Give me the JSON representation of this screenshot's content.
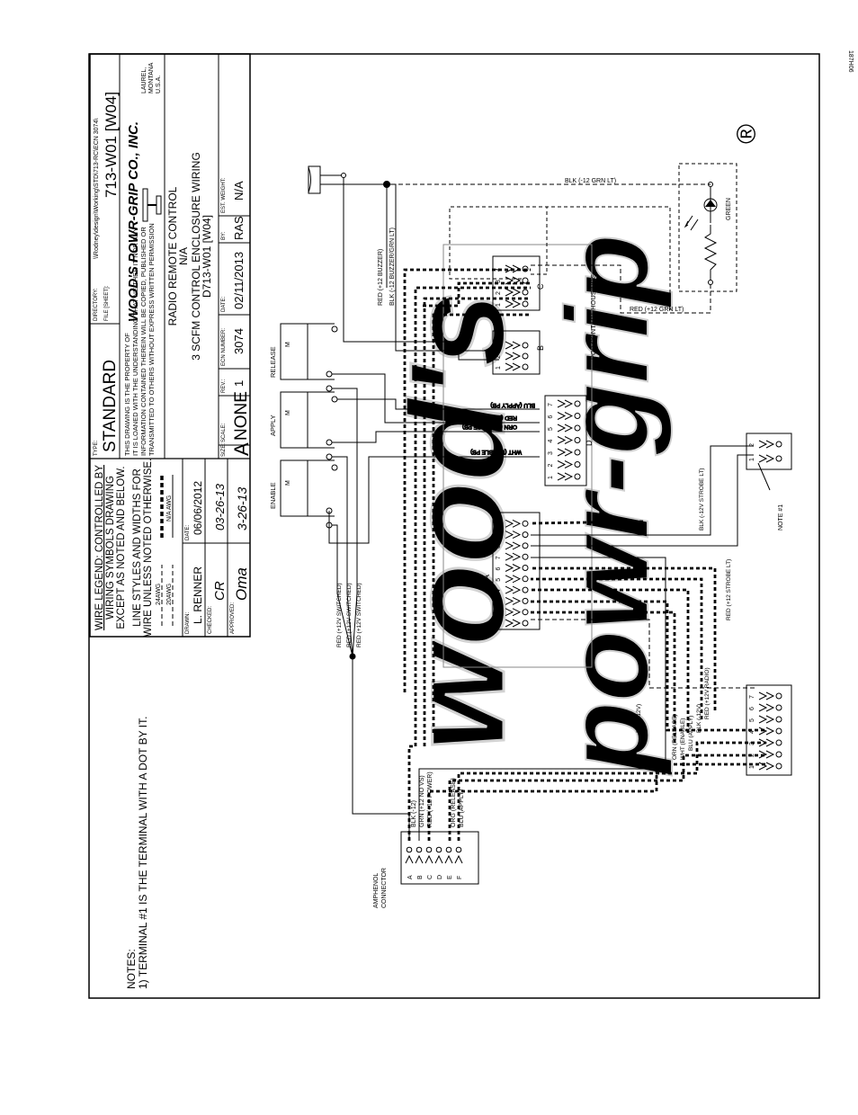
{
  "sheet": {
    "corner_code": "187H06",
    "notes_title": "NOTES:",
    "notes_1": "1)  TERMINAL #1 IS THE TERMINAL WITH A DOT BY IT."
  },
  "watermark": {
    "brand_lines": [
      "wood's",
      "powr-grip"
    ],
    "registered": "®"
  },
  "title_block": {
    "legend_1": "WIRE LEGEND: CONTROLLED BY",
    "legend_2": "WIRING SYMBOLS DRAWING",
    "legend_3": "EXCEPT AS NOTED AND BELOW.",
    "legend_4": "LINE STYLES AND WIDTHS FOR",
    "legend_5": "WIRE UNLESS NOTED OTHERWISE.",
    "awg24": "24AWG",
    "awg20": "20AWG",
    "na_awg": "N/A AWG",
    "drawn_label": "DRAWN:",
    "drawn_value": "L. RENNER",
    "date_label": "DATE:",
    "date_value": "06/06/2012",
    "checked_label": "CHECKED:",
    "checked_value": "CR",
    "checked_date": "03-26-13",
    "approved_label": "APPROVED:",
    "approved_value": "Oma",
    "approved_date": "3-26-13",
    "type_label": "TYPE:",
    "type_value": "STANDARD",
    "directory_label": "DIRECTORY:",
    "file_label": "FILE [SHEET]:",
    "directory_value": "\\\\Rodney\\design\\Working\\STD\\713-RC\\ECN 3074\\",
    "drawing_no": "713-W01 [W04]",
    "prop_1": "THIS DRAWING IS THE PROPERTY OF",
    "prop_2": "IT IS LOANED WITH THE UNDERSTANDING THAT NEITHER IT NOR ANY",
    "prop_3": "INFORMATION CONTAINED THEREIN WILL BE COPIED, PUBLISHED OR",
    "prop_4": "TRANSMITTED TO OTHERS WITHOUT EXPRESS WRITTEN PERMISSION",
    "company": "WOOD'S POWR-GRIP CO., INC.",
    "city": "LAUREL,",
    "state": "MONTANA",
    "country": "U.S.A.",
    "title_1": "RADIO REMOTE CONTROL",
    "title_2": "N/A",
    "title_3": "3 SCFM CONTROL ENCLOSURE WIRING",
    "title_4": "D713-W01 [W04]",
    "size_label": "SIZE:",
    "size_value": "A",
    "scale_label": "SCALE:",
    "scale_value": "NONE",
    "rev_label": "REV.:",
    "rev_value": "1",
    "ecn_label": "ECN NUMBER:",
    "ecn_value": "3074",
    "date2_label": "DATE:",
    "date2_value": "02/11/2013",
    "by_label": "BY:",
    "by_value": "RAS",
    "weight_label": "EST. WEIGHT:",
    "weight_value": "N/A"
  },
  "diagram": {
    "amphenol_1": "AMPHENOL",
    "amphenol_2": "CONNECTOR",
    "amphenol_pins": [
      "A",
      "B",
      "C",
      "D",
      "E",
      "F"
    ],
    "amphenol_wires": [
      "BLK (-12)",
      "GRN (+12 NO VS)",
      "RED (+12 POWER)",
      "ORG (RELEASE)",
      "BLU (APPLY)"
    ],
    "switch_labels": [
      "ENABLE",
      "APPLY",
      "RELEASE"
    ],
    "switch_m": "M",
    "red_switched": "RED (+12V SWITCHED)",
    "conn_a_label": "A",
    "conn_b_label": "B",
    "conn_c_label": "C",
    "conn_d_label": "D",
    "pins_10": [
      "1",
      "2",
      "3",
      "4",
      "5",
      "6",
      "7",
      "8",
      "9",
      "10"
    ],
    "pins_7": [
      "1",
      "2",
      "3",
      "4",
      "5",
      "6",
      "7"
    ],
    "pins_4": [
      "1",
      "2",
      "3",
      "4"
    ],
    "pins_3": [
      "1",
      "2",
      "3"
    ],
    "pins_2": [
      "1",
      "2"
    ],
    "pcb_label": "PCB CONTACT HOUSINGS",
    "d_wires": [
      "BLU (APPLY PB)",
      "RED (+12V SWITCHED)",
      "ORN (RELEASE PB)",
      "WHT (ENABLE PB)"
    ],
    "radio_wires": [
      "ORN (RELEASE)",
      "WHT (ENABLE)",
      "BLU (APPLY)",
      "BLK (-12V)",
      "RED (+12V RADIO)"
    ],
    "blk_12v": "BLK (-12V)",
    "strobe_neg": "BLK (-12V STROBE LT)",
    "strobe_pos": "RED (+12 STROBE LT)",
    "note1": "NOTE #1",
    "buzzer_pos": "RED (+12 BUZZER)",
    "buzzer_neg": "BLK (-12 BUZZER/GRN LT)",
    "grn_neg": "BLK (-12 GRN LT)",
    "grn_pos": "RED (+12 GRN LT)",
    "green": "GREEN"
  }
}
